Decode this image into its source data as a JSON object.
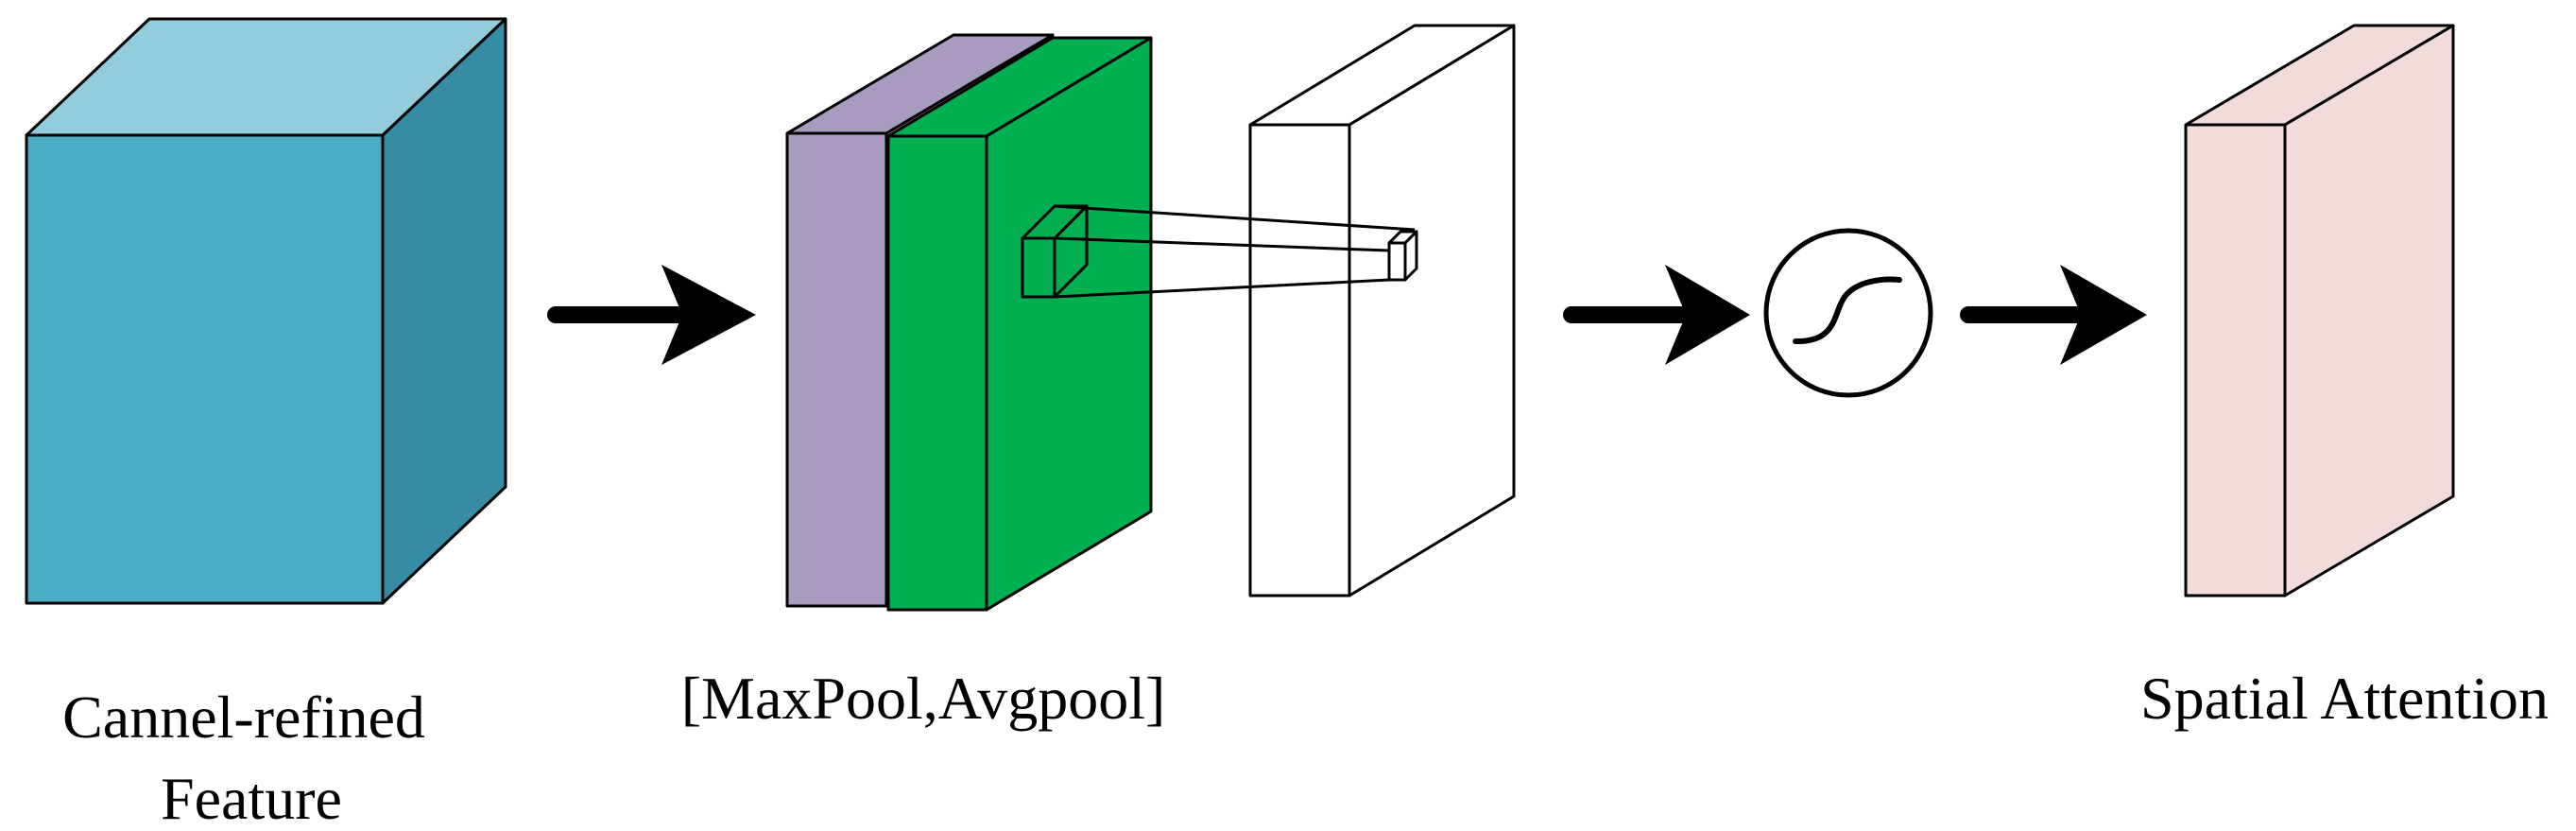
{
  "labels": {
    "feature": [
      "Cannel-refined",
      "Feature"
    ],
    "pooling": "[MaxPool,Avgpool]",
    "attention": "Spatial Attention"
  },
  "colors": {
    "cube_front": "#4BACC6",
    "cube_top": "#93CDDD",
    "cube_side": "#368BA5",
    "maxpool_slab": "#A99BC0",
    "avgpool_slab": "#00B050",
    "conv_slab": "#FFFFFF",
    "attention_slab": "#F2DCDB",
    "stroke": "#000000"
  },
  "icons": {
    "arrow": "right-arrow-icon",
    "activation": "sigmoid-icon"
  }
}
